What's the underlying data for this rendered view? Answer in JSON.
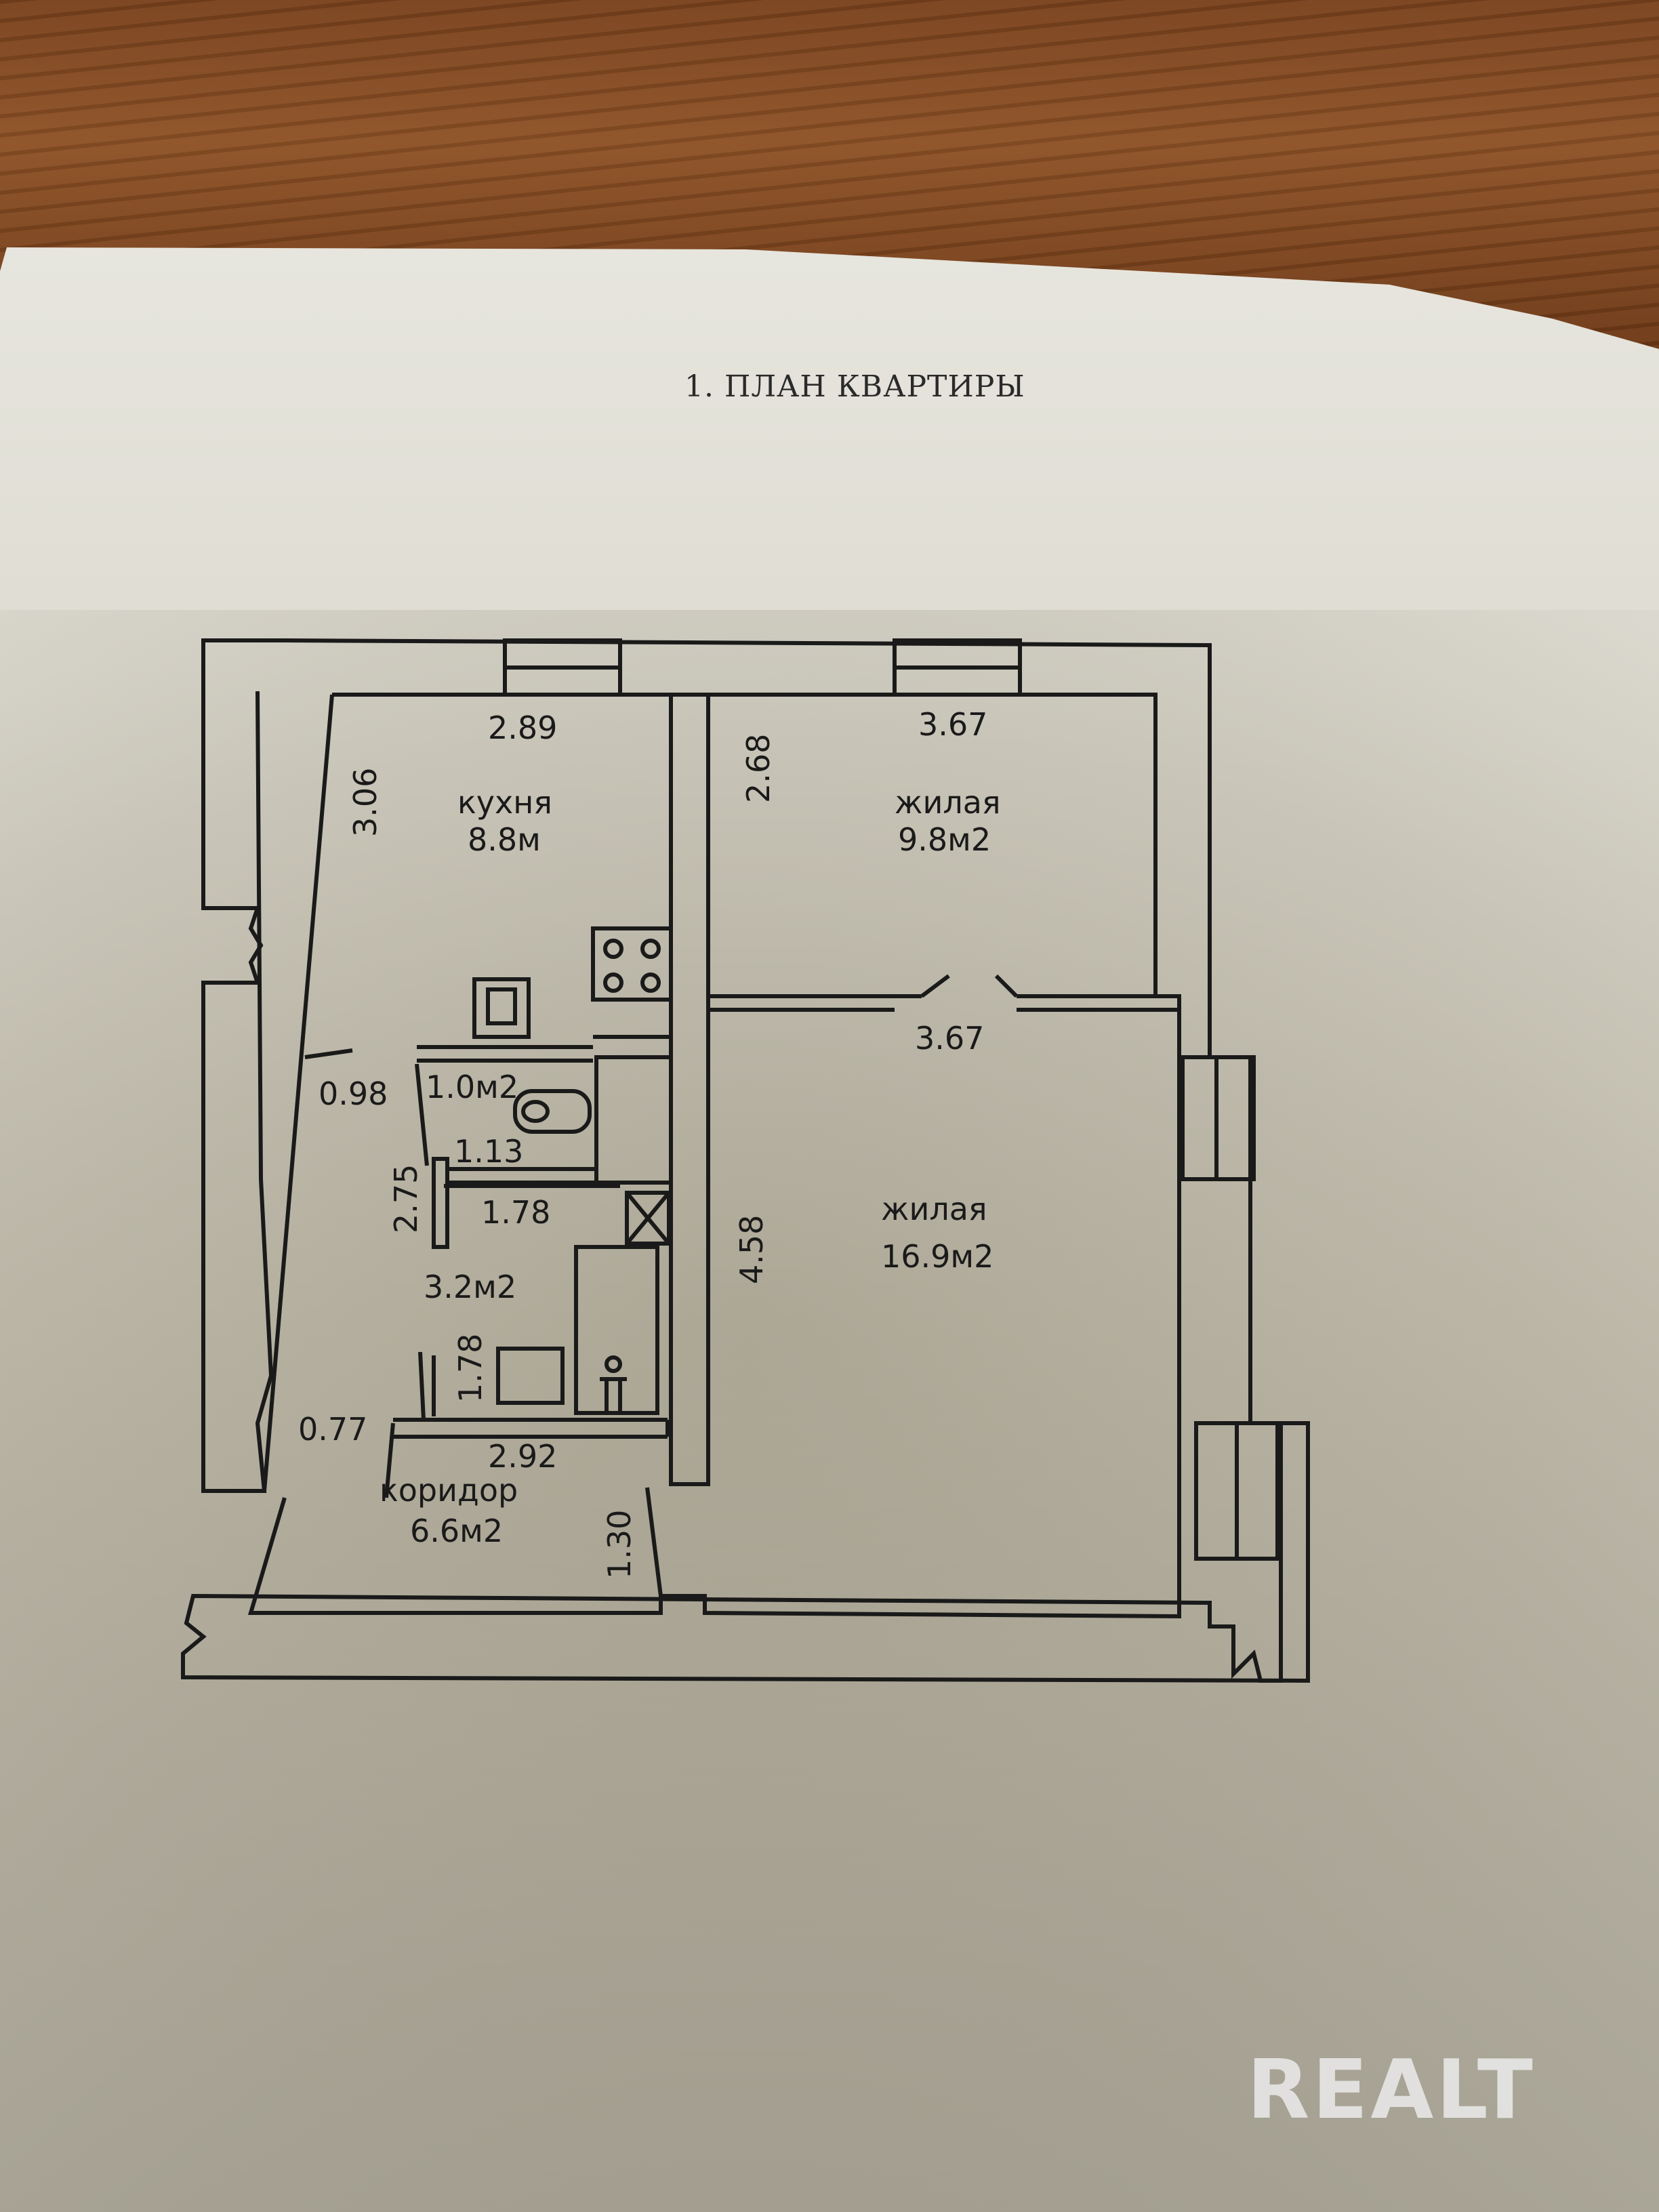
{
  "page": {
    "title": "1. ПЛАН КВАРТИРЫ",
    "watermark": "REALT"
  },
  "rooms": {
    "kitchen": {
      "name": "кухня",
      "area": "8.8м"
    },
    "living_small": {
      "name": "жилая",
      "area": "9.8м2"
    },
    "living_large": {
      "name": "жилая",
      "area": "16.9м2"
    },
    "corridor": {
      "name": "коридор",
      "area": "6.6м2"
    },
    "toilet": {
      "area": "1.0м2"
    },
    "bathroom": {
      "area": "3.2м2"
    }
  },
  "dimensions": {
    "kitchen_width": "2.89",
    "kitchen_depth": "3.06",
    "living_small_width": "3.67",
    "living_small_depth": "2.68",
    "living_large_width": "3.67",
    "living_large_depth": "4.58",
    "toilet_door": "0.98",
    "toilet_width": "1.13",
    "hall_side": "2.75",
    "bath_width": "1.78",
    "bath_side": "1.78",
    "entrance": "0.77",
    "corridor_width": "2.92",
    "corridor_depth": "1.30"
  }
}
